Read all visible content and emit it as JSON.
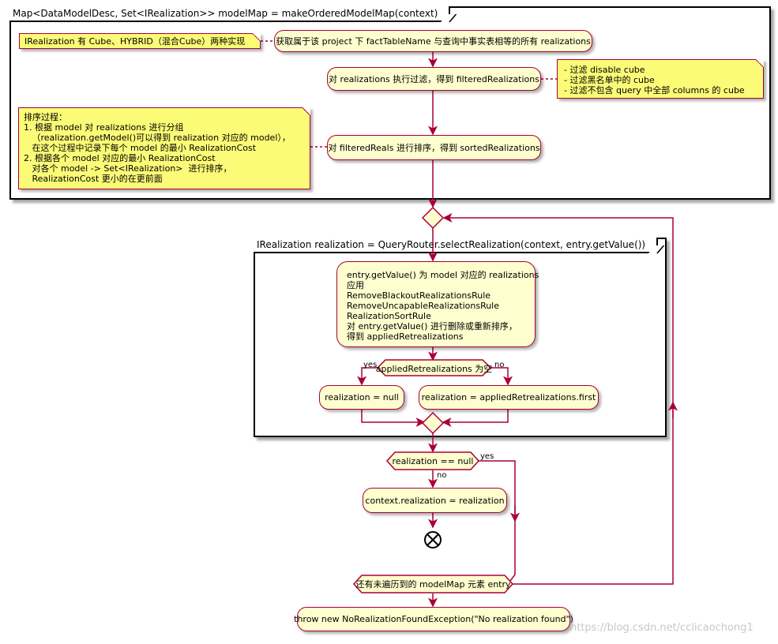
{
  "outer_frame": {
    "title": "Map<DataModelDesc, Set<IRealization>> modelMap = makeOrderedModelMap(context)"
  },
  "notes": {
    "realization_types": "IRealization 有 Cube、HYBRID（混合Cube）两种实现",
    "filter_rules": "- 过滤 disable cube\n- 过滤黑名单中的 cube\n- 过滤不包含 query 中全部 columns 的 cube",
    "sort_process": "排序过程：\n1. 根据 model 对 realizations 进行分组\n   （realization.getModel()可以得到 realization 对应的 model），\n   在这个过程中记录下每个 model 的最小 RealizationCost\n2. 根据各个 model 对应的最小 RealizationCost\n   对各个 model -> Set<IRealization>  进行排序，\n   RealizationCost 更小的在更前面"
  },
  "activities": {
    "get_realizations": "获取属于该 project 下 factTableName 与查询中事实表相等的所有 realizations",
    "filter_realizations": "对 realizations 执行过滤，得到 filteredRealizations",
    "sort_realizations": "对 filteredReals 进行排序，得到 sortedRealizations",
    "apply_rules": "entry.getValue() 为 model 对应的 realizations\n应用\nRemoveBlackoutRealizationsRule\nRemoveUncapableRealizationsRule\nRealizationSortRule\n对 entry.getValue() 进行删除或重新排序，\n得到 appliedRetrealizations",
    "set_null": "realization = null",
    "set_first": "realization = appliedRetrealizations.first",
    "set_context": "context.realization = realization",
    "throw_exception": "throw new NoRealizationFoundException(\"No realization found\")"
  },
  "inner_frame": {
    "title": "IRealization realization = QueryRouter.selectRealization(context, entry.getValue())"
  },
  "decisions": {
    "applied_empty": "appliedRetrealizations 为空",
    "applied_yes": "yes",
    "applied_no": "no",
    "realization_null": "realization == null",
    "realization_null_yes": "yes",
    "realization_null_no": "no",
    "has_more_entries": "还有未遍历到的 modelMap 元素 entry"
  },
  "watermark": "https://blog.csdn.net/cclicaochong1",
  "colors": {
    "activity_fill": "#fefece",
    "border": "#a80036",
    "note_fill": "#fbfb77"
  }
}
